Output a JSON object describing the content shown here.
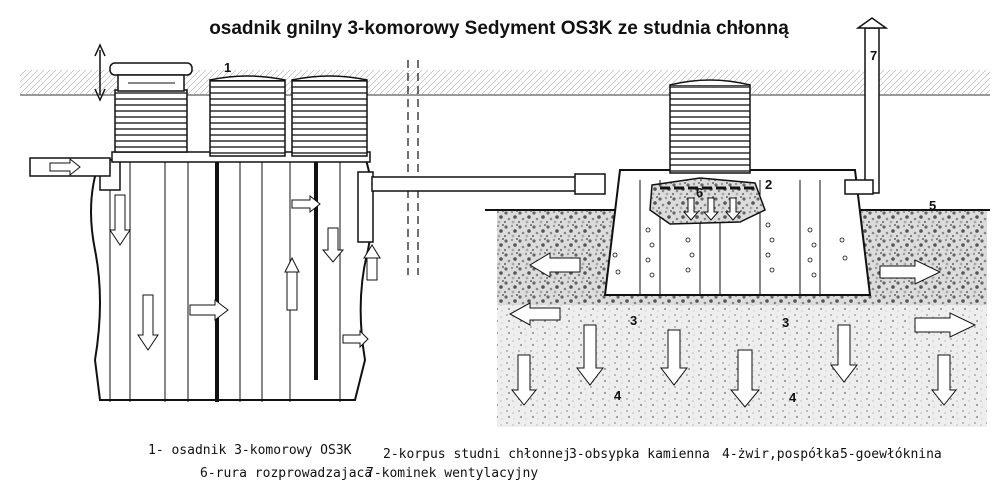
{
  "title": "osadnik gnilny 3-komorowy Sedyment OS3K ze studnia chłonną",
  "callouts": {
    "n1": "1",
    "n2": "2",
    "n3a": "3",
    "n3b": "3",
    "n4a": "4",
    "n4b": "4",
    "n5": "5",
    "n6": "6",
    "n7": "7"
  },
  "legend": {
    "item1": "1- osadnik 3-komorowy OS3K",
    "item2": "2-korpus studni chłonnej",
    "item3": "3-obsypka kamienna",
    "item4": "4-żwir,pospółka",
    "item5": "5-goewłóknina",
    "item6": "6-rura rozprowadzajaca",
    "item7": "7-kominek wentylacyjny"
  }
}
